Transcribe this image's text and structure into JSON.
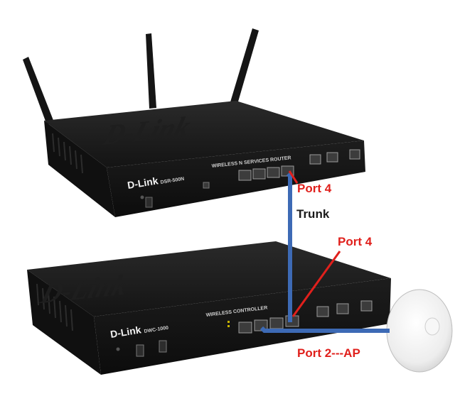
{
  "router": {
    "brand": "D-Link",
    "model": "DSR-500N",
    "panel_text": "WIRELESS N SERVICES ROUTER",
    "top_logo": "D-Link"
  },
  "controller": {
    "brand": "D-Link",
    "model": "DWC-1000",
    "panel_text": "WIRELESS CONTROLLER",
    "top_logo": "D-Link"
  },
  "labels": {
    "router_port": "Port 4",
    "trunk": "Trunk",
    "controller_port": "Port 4",
    "ap_port": "Port 2---AP"
  },
  "colors": {
    "cable": "#3d6ab5",
    "callout": "#e0201c",
    "device_body": "#1b1b1b"
  }
}
